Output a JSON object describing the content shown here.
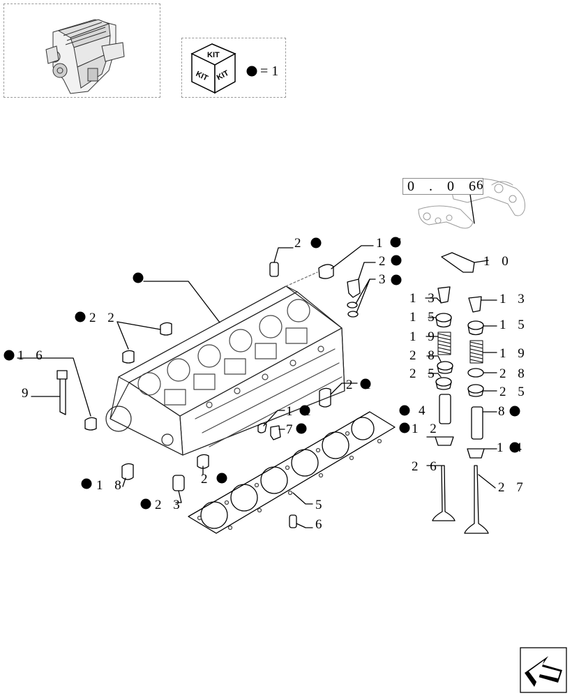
{
  "kit_legend": {
    "kit_text": "KIT",
    "equals": "= 1"
  },
  "reference": {
    "code": "0 . 0 6",
    "page": "6"
  },
  "labels": {
    "l24": "2 4",
    "l17": "1 7",
    "l2": "2",
    "l3": "3",
    "l10": "1 0",
    "l13a": "1 3",
    "l13b": "1 3",
    "l15a": "1 5",
    "l15b": "1 5",
    "l19a": "1 9",
    "l19b": "1 9",
    "l28a": "2 8",
    "l28b": "2 8",
    "l25a": "2 5",
    "l25b": "2 5",
    "l4": "4",
    "l8": "8",
    "l12": "1 2",
    "l14": "1 4",
    "l26": "2 6",
    "l27": "2 7",
    "l22": "2 2",
    "l16": "1 6",
    "l9": "9",
    "l21": "2 1",
    "l11": "1 1",
    "l7": "7",
    "l18": "1 8",
    "l20": "2 0",
    "l23": "2 3",
    "l5": "5",
    "l6": "6"
  }
}
